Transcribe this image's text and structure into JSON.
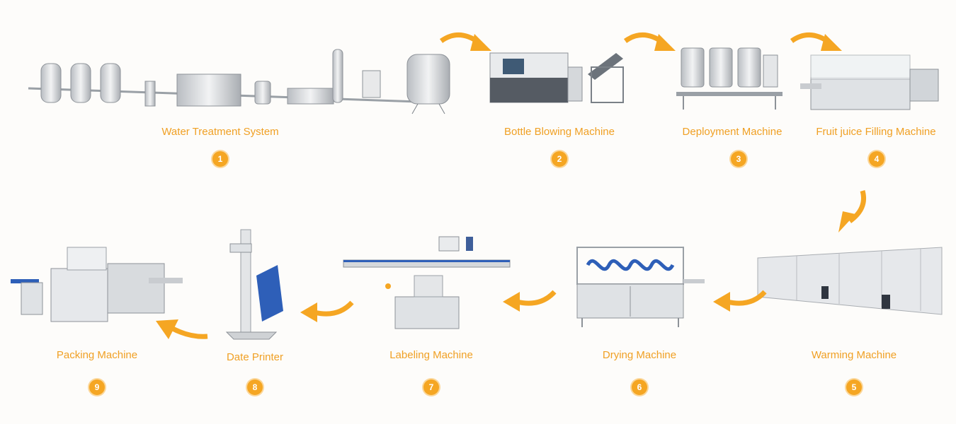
{
  "steps": [
    {
      "number": "1",
      "label": "Water Treatment System"
    },
    {
      "number": "2",
      "label": "Bottle Blowing Machine"
    },
    {
      "number": "3",
      "label": "Deployment Machine"
    },
    {
      "number": "4",
      "label": "Fruit juice Filling Machine"
    },
    {
      "number": "5",
      "label": "Warming Machine"
    },
    {
      "number": "6",
      "label": "Drying Machine"
    },
    {
      "number": "7",
      "label": "Labeling Machine"
    },
    {
      "number": "8",
      "label": "Date Printer"
    },
    {
      "number": "9",
      "label": "Packing Machine"
    }
  ],
  "colors": {
    "accent": "#f5a623",
    "label": "#f0a024",
    "steel": "#c9ccd0",
    "steel_dark": "#8d9298",
    "blue": "#2e5fb8"
  }
}
